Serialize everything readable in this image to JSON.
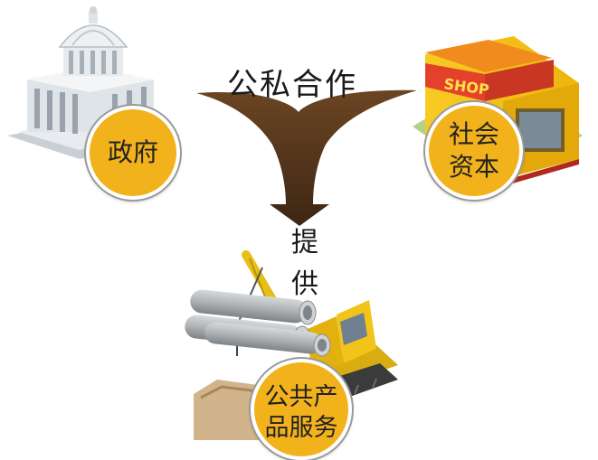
{
  "diagram": {
    "title": "公私合作",
    "provide": [
      "提",
      "供"
    ],
    "government": {
      "label": "政府"
    },
    "social_capital": {
      "lines": [
        "社会",
        "资本"
      ]
    },
    "public_services": {
      "lines": [
        "公共产",
        "品服务"
      ]
    },
    "shop_sign": "SHOP"
  },
  "colors": {
    "arrow": "#5a3a1e",
    "badge": "#f2b21c",
    "shop_wall": "#f6c417",
    "shop_roof": "#e8462b",
    "crane": "#e9c21c",
    "pipes": "#a9adb0"
  },
  "icons": [
    "capitol-building-icon",
    "shop-store-icon",
    "crane-truck-with-pipes-icon"
  ]
}
